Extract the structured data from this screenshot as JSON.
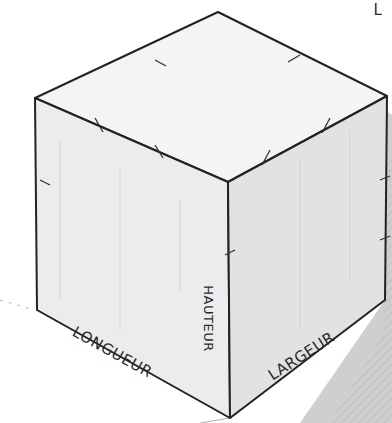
{
  "diagram": {
    "labels": [
      "LONGUEUR",
      "HAUTEUR",
      "LARGEUR",
      "L"
    ]
  }
}
